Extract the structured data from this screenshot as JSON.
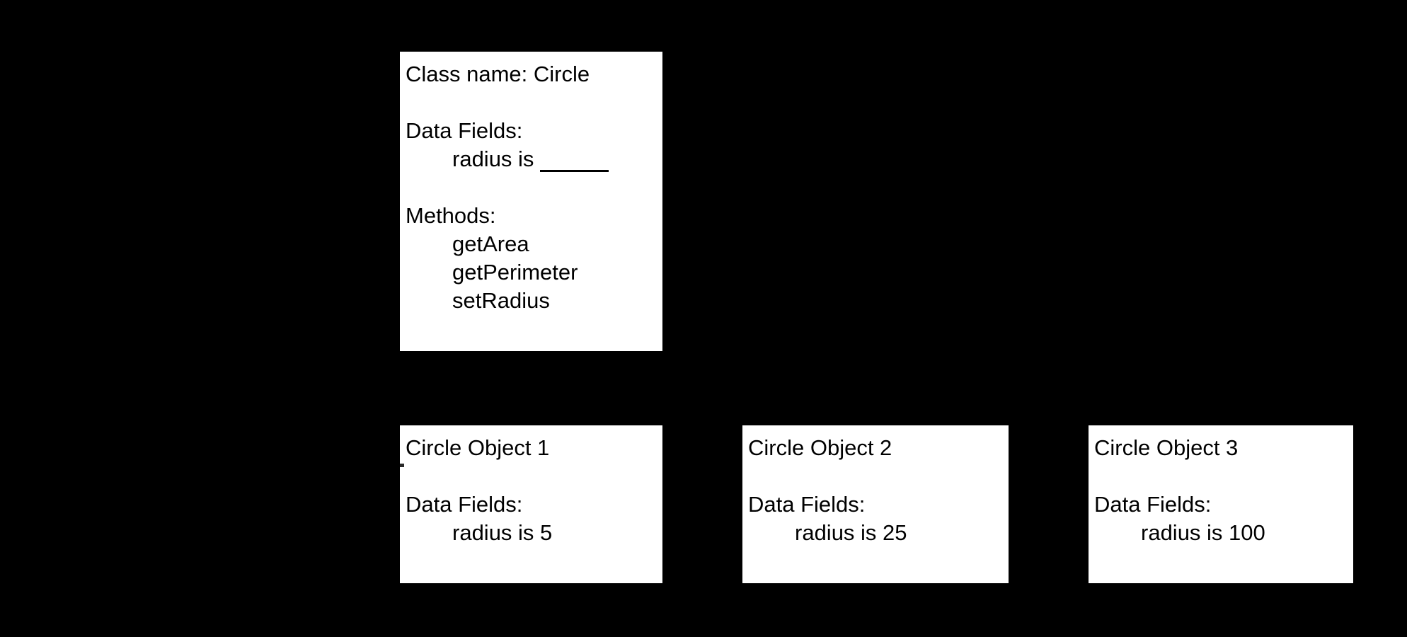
{
  "page": {
    "background_color": "#000000",
    "box_fill_color": "#ffffff",
    "text_color": "#000000"
  },
  "class_box": {
    "title": "Class name: Circle",
    "data_fields_heading": "Data Fields:",
    "data_fields": [
      {
        "label": "radius is ",
        "value": "_____"
      }
    ],
    "methods_heading": "Methods:",
    "methods": [
      "getArea",
      "getPerimeter",
      "setRadius"
    ]
  },
  "objects": [
    {
      "title": "Circle Object 1",
      "data_fields_heading": "Data Fields:",
      "field_label": "radius is ",
      "field_value": "5",
      "field_text": "radius is 5"
    },
    {
      "title": "Circle Object 2",
      "data_fields_heading": "Data Fields:",
      "field_label": "radius is ",
      "field_value": "25",
      "field_text": "radius is 25"
    },
    {
      "title": "Circle Object 3",
      "data_fields_heading": "Data Fields:",
      "field_label": "radius is ",
      "field_value": "100",
      "field_text": "radius is 100"
    }
  ]
}
